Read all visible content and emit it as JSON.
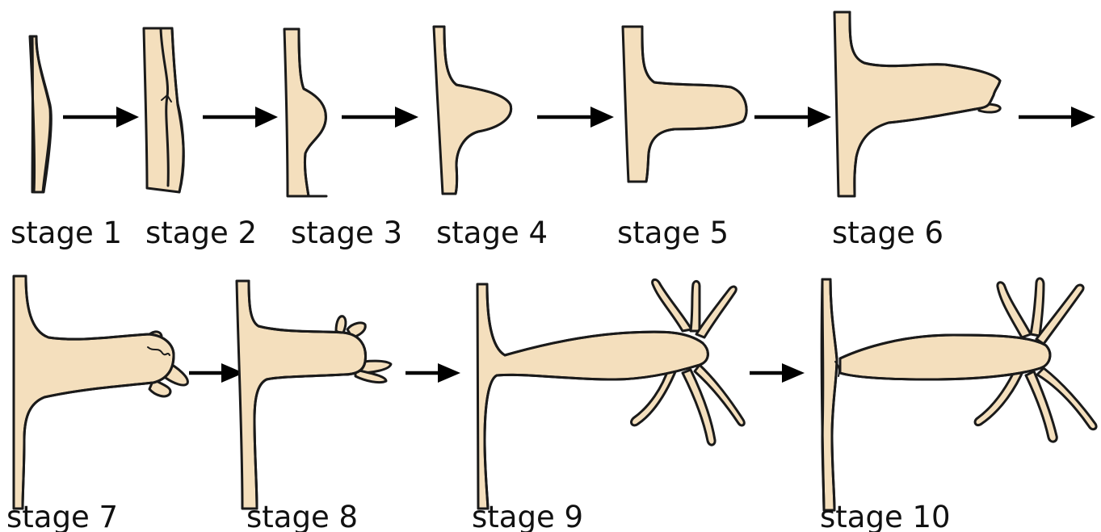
{
  "stages": [
    {
      "label": "stage 1"
    },
    {
      "label": "stage 2"
    },
    {
      "label": "stage 3"
    },
    {
      "label": "stage 4"
    },
    {
      "label": "stage 5"
    },
    {
      "label": "stage 6"
    },
    {
      "label": "stage 7"
    },
    {
      "label": "stage 8"
    },
    {
      "label": "stage 9"
    },
    {
      "label": "stage 10"
    }
  ],
  "colors": {
    "tissue": "#f4dfbd",
    "outline": "#1a1a1a",
    "arrow": "#000000"
  }
}
